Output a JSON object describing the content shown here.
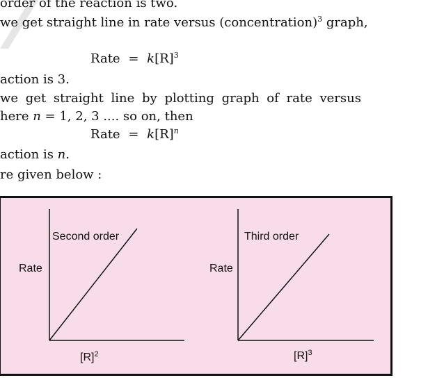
{
  "text": {
    "line1": "order of the reaction is two.",
    "line2_prefix": "we get straight line in rate versus (concentration)",
    "line2_sup": "3",
    "line2_suffix": " graph,",
    "eq1_left": "Rate",
    "eq1_eq": "=",
    "eq1_k": "k",
    "eq1_r": "[R]",
    "eq1_sup": "3",
    "line4_prefix": "action is ",
    "line4_val": "3.",
    "line5": "we get straight line by plotting graph of rate versus",
    "line6_prefix": "here ",
    "line6_n": "n",
    "line6_suffix": " = 1, 2, 3 .... so on, then",
    "eq2_left": "Rate",
    "eq2_eq": "=",
    "eq2_k": "k",
    "eq2_r": "[R]",
    "eq2_sup": "n",
    "line8_prefix": "action is ",
    "line8_n": "n",
    "line8_suffix": ".",
    "line9": "re given below :"
  },
  "figure": {
    "background": "#f9dce9",
    "graphs": [
      {
        "title": "Second order",
        "ylabel": "Rate",
        "xlabel_base": "[R]",
        "xlabel_sup": "2"
      },
      {
        "title": "Third order",
        "ylabel": "Rate",
        "xlabel_base": "[R]",
        "xlabel_sup": "3"
      }
    ]
  },
  "watermark": {
    "color": "#d8d8d8"
  }
}
